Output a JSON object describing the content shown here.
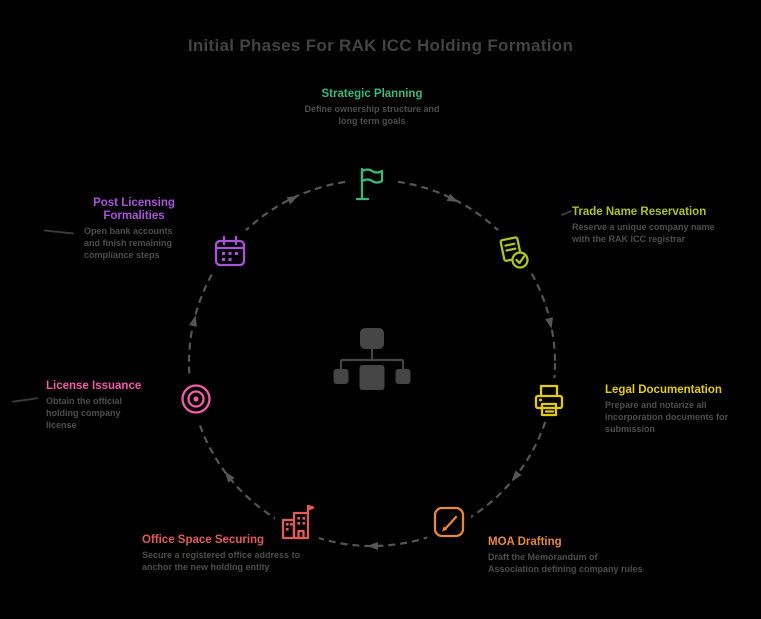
{
  "title": "Initial Phases For RAK ICC Holding Formation",
  "colors": {
    "background": "#000000",
    "title_text": "#434343",
    "description_text": "#4e4e4e",
    "ring": "#565656",
    "center_icon": "#454545"
  },
  "center": {
    "icon": "hierarchy-icon"
  },
  "steps": [
    {
      "label": "Strategic Planning",
      "color": "#3cb878",
      "icon": "flag-icon",
      "description": "Define ownership structure and long term goals"
    },
    {
      "label": "Trade Name Reservation",
      "color": "#a6c427",
      "icon": "document-check-icon",
      "description": "Reserve a unique company name with the RAK ICC registrar"
    },
    {
      "label": "Legal Documentation",
      "color": "#e3cc00",
      "icon": "printer-icon",
      "description": "Prepare and notarize all incorporation documents for submission"
    },
    {
      "label": "MOA Drafting",
      "color": "#e8883a",
      "icon": "pen-document-icon",
      "description": "Draft the Memorandum of Association defining company rules"
    },
    {
      "label": "Office Space Securing",
      "color": "#e05c5c",
      "icon": "building-icon",
      "description": "Secure a registered office address to anchor the new holding entity"
    },
    {
      "label": "License Issuance",
      "color": "#ef5da8",
      "icon": "seal-icon",
      "description": "Obtain the official holding company license"
    },
    {
      "label": "Post Licensing Formalities",
      "color": "#a855d8",
      "icon": "license-card-icon",
      "description": "Open bank accounts and finish remaining compliance steps"
    }
  ]
}
